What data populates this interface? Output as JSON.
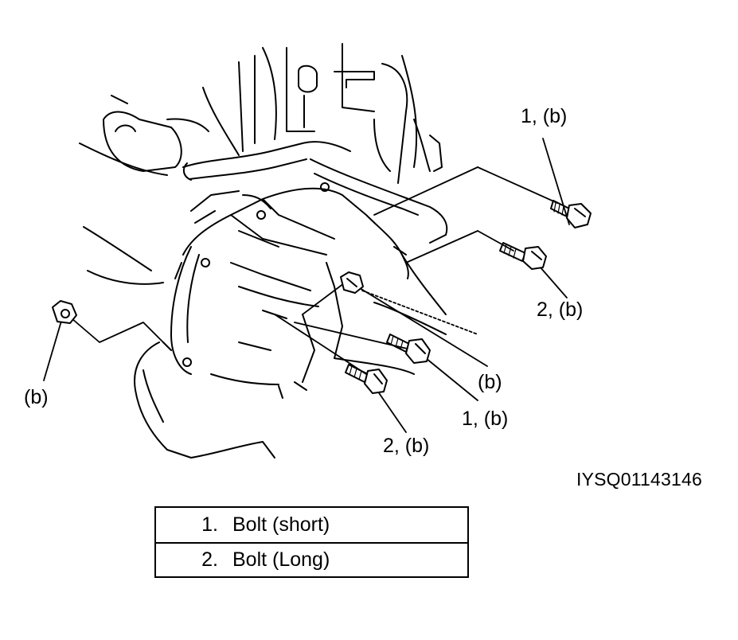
{
  "callouts": {
    "top_right": "1, (b)",
    "right_mid": "2, (b)",
    "left": "(b)",
    "center_b": "(b)",
    "center_1b": "1, (b)",
    "bottom_2b": "2, (b)"
  },
  "figure_code": "IYSQ01143146",
  "legend": [
    {
      "number": "1.",
      "text": "Bolt (short)"
    },
    {
      "number": "2.",
      "text": "Bolt (Long)"
    }
  ]
}
